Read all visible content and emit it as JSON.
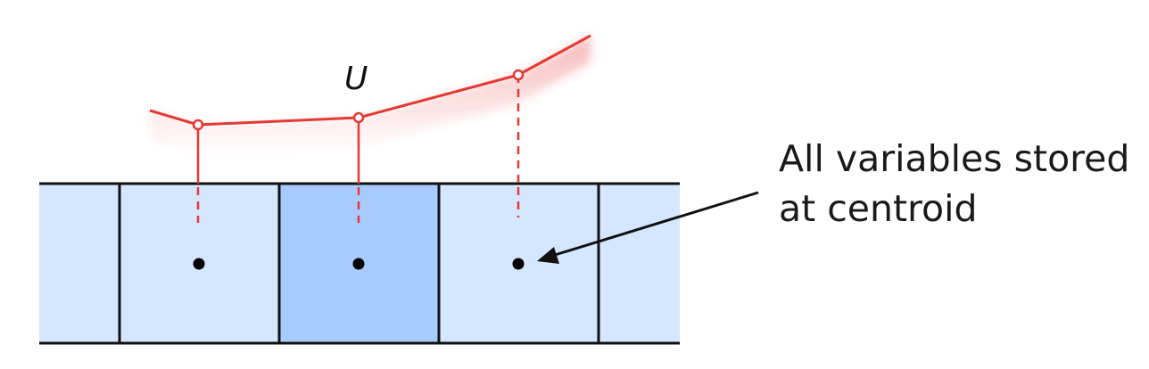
{
  "diagram": {
    "variable_symbol": "U",
    "annotation_lines": [
      "All variables stored",
      "at centroid"
    ]
  },
  "colors": {
    "cell_fill": "#d5e6ff",
    "highlight_cell_fill": "#a8cbff",
    "grid_line": "#111111",
    "profile_line": "#e53935",
    "centroid_dot": "#000000"
  }
}
